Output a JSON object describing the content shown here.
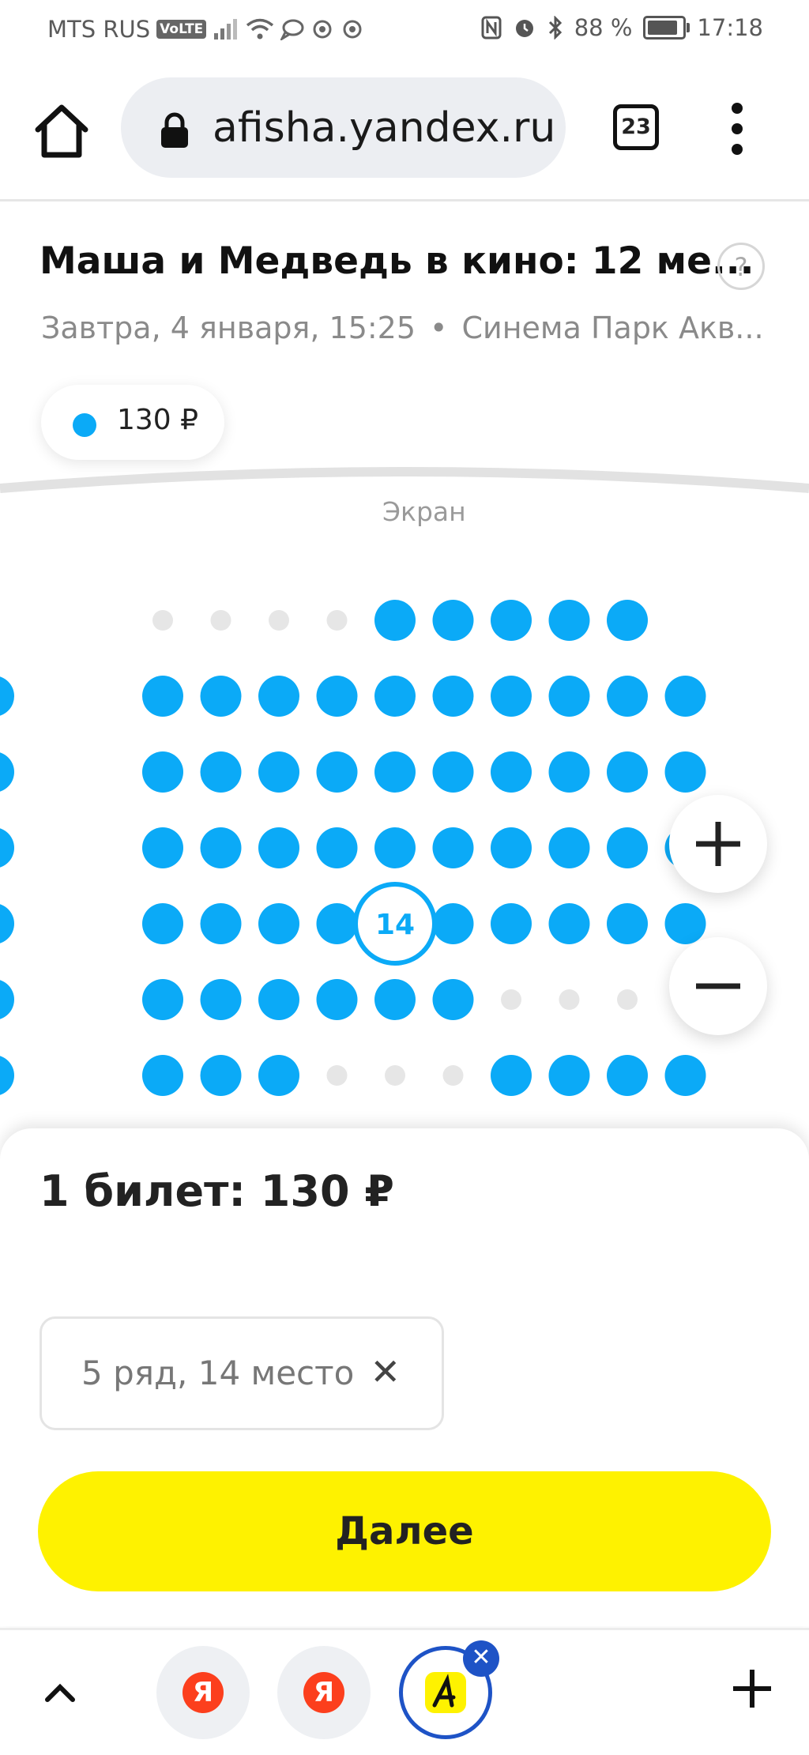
{
  "status_bar": {
    "carrier": "MTS RUS",
    "volte": "VoLTE",
    "battery": "88 %",
    "battery_level": 0.88,
    "time": "17:18"
  },
  "browser": {
    "url": "afisha.yandex.ru",
    "tab_count": "23"
  },
  "event": {
    "title": "Маша и Медведь в кино: 12 ме...",
    "date": "Завтра, 4 января, 15:25",
    "separator": "•",
    "venue": "Синема Парк Акв...",
    "help": "?"
  },
  "price_filter": {
    "label": "130 ₽",
    "color": "#0baaf7"
  },
  "screen_label": "Экран",
  "seat_map": {
    "available_color": "#0baaf7",
    "occupied_color": "#e6e6e6",
    "rows": [
      "....AAAAA",
      "AAAAAAAAAA",
      "AAAAAAAAAA",
      "AAAAAAAAAA",
      "AAAASAAAAA",
      "AAAAAA....",
      "AAA...AAAA"
    ],
    "selected": {
      "row": 5,
      "seat": 14,
      "label": "14"
    }
  },
  "zoom": {
    "in": "+",
    "out": "−"
  },
  "order": {
    "tickets_label": "1 билет:",
    "total": "130 ₽",
    "seat_chip": "5 ряд, 14 место",
    "remove": "✕",
    "next_button": "Далее"
  },
  "tab_strip": {
    "yandex_letter": "Я",
    "plus": "+",
    "colors": {
      "yandex": "#fc3f1d",
      "active_border": "#1e53c6",
      "afisha": "#fef200"
    }
  }
}
